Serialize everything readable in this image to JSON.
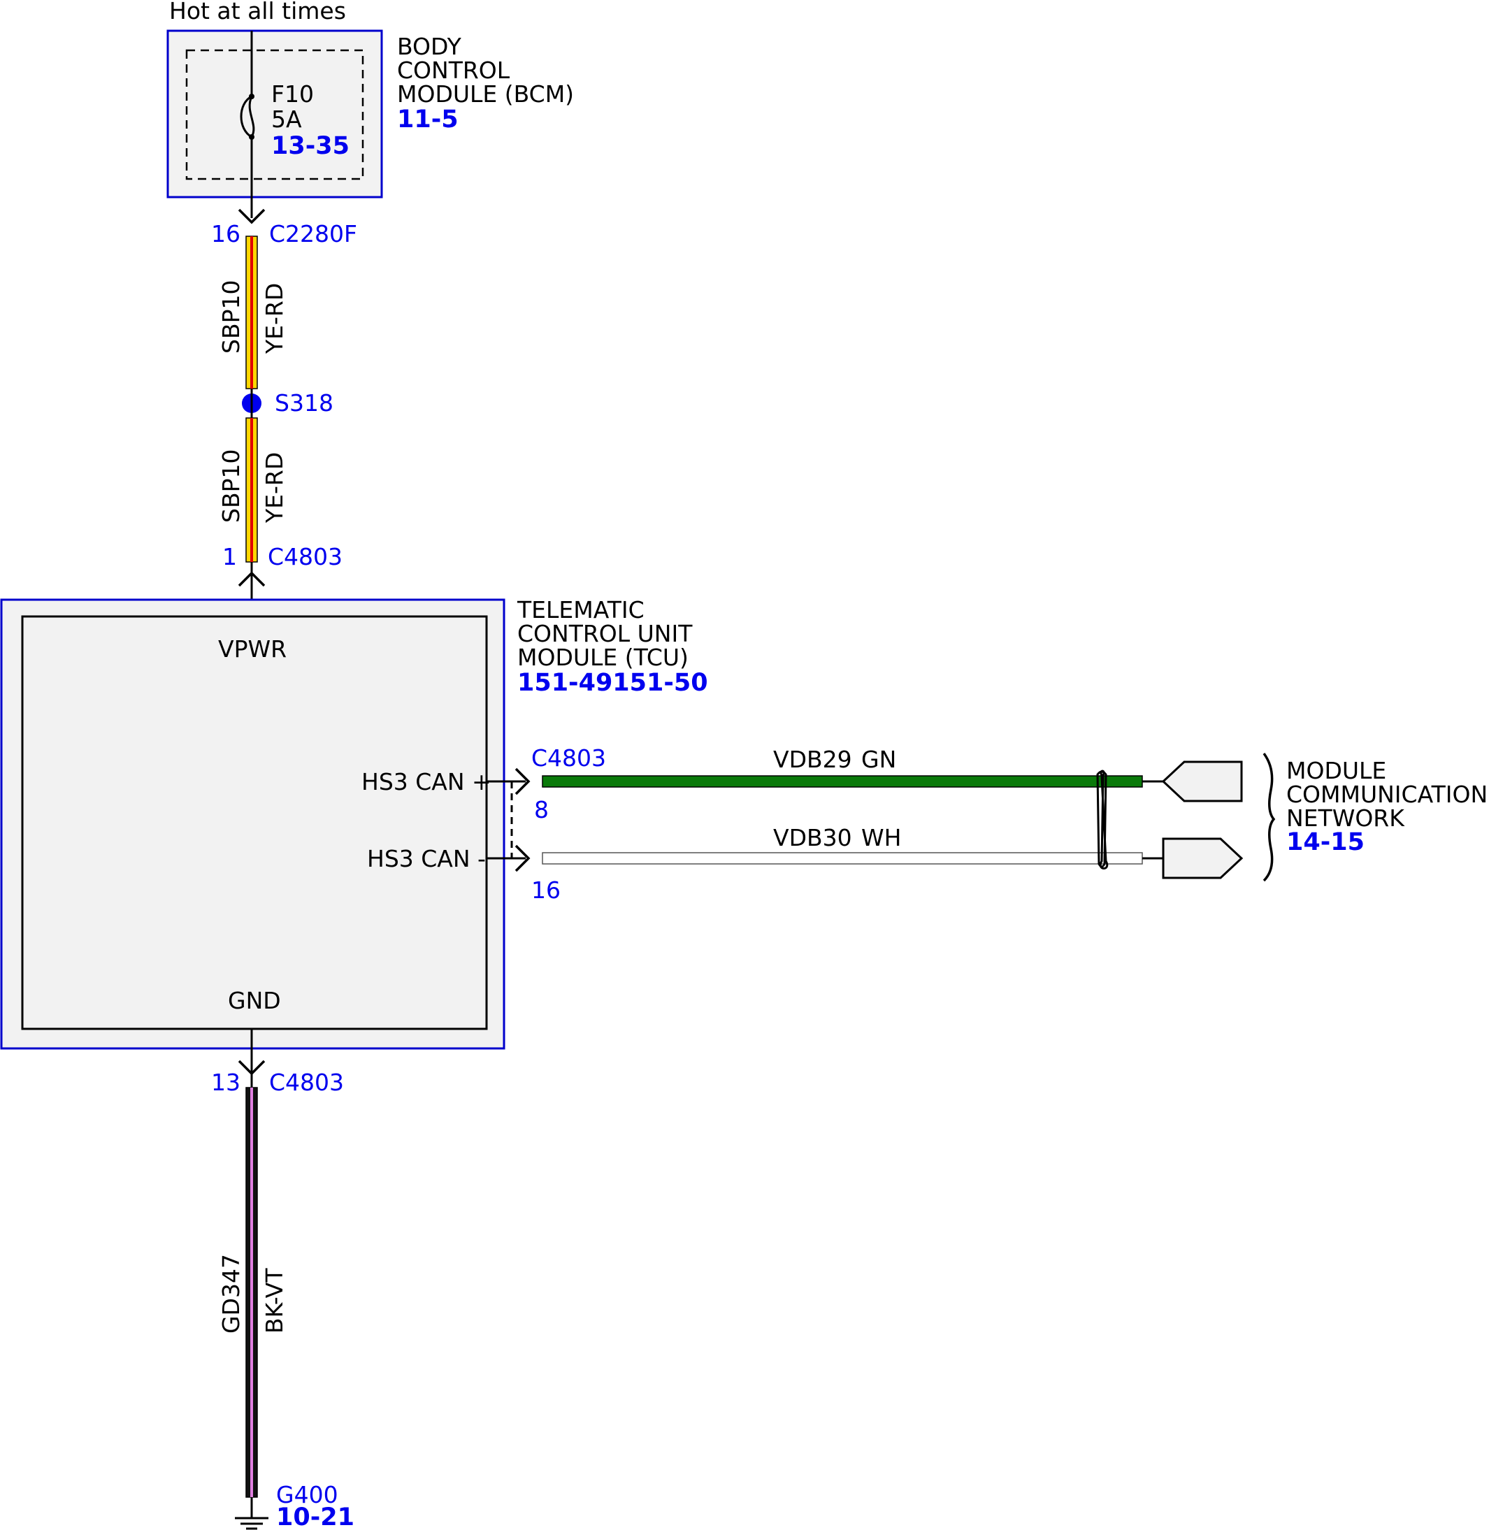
{
  "power_note": "Hot at all times",
  "bcm": {
    "name_lines": [
      "BODY",
      "CONTROL",
      "MODULE (BCM)"
    ],
    "page_ref": "11-5",
    "fuse": {
      "id": "F10",
      "rating": "5A",
      "page_ref": "13-35"
    },
    "border_color": "#0000cc"
  },
  "c2280f": {
    "pin": "16",
    "connector": "C2280F"
  },
  "wire_sbp10_upper": {
    "circuit": "SBP10",
    "color_code": "YE-RD"
  },
  "splice": {
    "id": "S318"
  },
  "wire_sbp10_lower": {
    "circuit": "SBP10",
    "color_code": "YE-RD"
  },
  "c4803_power": {
    "pin": "1",
    "connector": "C4803"
  },
  "tcu": {
    "name_lines": [
      "TELEMATIC",
      "CONTROL UNIT",
      "MODULE (TCU)"
    ],
    "page_ref": "151-49151-50",
    "pins": {
      "vpwr": "VPWR",
      "can_plus": "HS3 CAN +",
      "can_minus": "HS3 CAN -",
      "gnd": "GND"
    },
    "fill_color": "#f2f2f2"
  },
  "can_connector": {
    "connector": "C4803",
    "pin_plus": "8",
    "pin_minus": "16"
  },
  "wire_vdb29": {
    "circuit": "VDB29",
    "color_code": "GN",
    "hex": "#0a7a0a"
  },
  "wire_vdb30": {
    "circuit": "VDB30",
    "color_code": "WH",
    "hex": "#ffffff"
  },
  "network": {
    "name_lines": [
      "MODULE",
      "COMMUNICATIONS",
      "NETWORK"
    ],
    "page_ref": "14-15"
  },
  "c4803_ground": {
    "pin": "13",
    "connector": "C4803"
  },
  "wire_gd347": {
    "circuit": "GD347",
    "color_code": "BK-VT"
  },
  "ground": {
    "id": "G400",
    "page_ref": "10-21"
  },
  "colors": {
    "yellow": "#ffd700",
    "red": "#e00000",
    "violet": "#e080e0",
    "blue_ref": "#0000ee"
  }
}
